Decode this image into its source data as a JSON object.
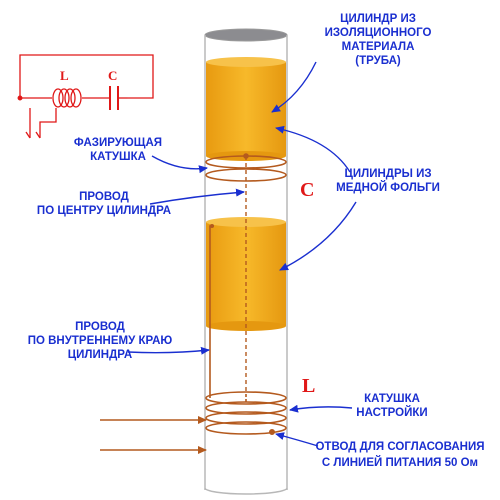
{
  "labels": {
    "insulating_cylinder": [
      "ЦИЛИНДР ИЗ",
      "ИЗОЛЯЦИОННОГО",
      "МАТЕРИАЛА",
      "(ТРУБА)"
    ],
    "phasing_coil": [
      "ФАЗИРУЮЩАЯ",
      "КАТУШКА"
    ],
    "center_wire": [
      "ПРОВОД",
      "ПО ЦЕНТРУ ЦИЛИНДРА"
    ],
    "copper_cylinders": [
      "ЦИЛИНДРЫ  ИЗ",
      "МЕДНОЙ ФОЛЬГИ"
    ],
    "inner_edge_wire": [
      "ПРОВОД",
      "ПО ВНУТРЕННЕМУ КРАЮ",
      "ЦИЛИНДРА"
    ],
    "tuning_coil": [
      "КАТУШКА",
      "НАСТРОЙКИ"
    ],
    "feed_tap": [
      "ОТВОД ДЛЯ СОГЛАСОВАНИЯ",
      "С ЛИНИЕЙ ПИТАНИЯ 50 Ом"
    ]
  },
  "symbols": {
    "capacitor_C": "C",
    "inductor_L": "L",
    "schematic_L": "L",
    "schematic_C": "C"
  },
  "colors": {
    "label_blue": "#1a2fd0",
    "symbol_red": "#e01818",
    "copper_foil": "#f2ad1c",
    "wire_brown": "#b45a1e",
    "tube_outline": "#b8b8b8",
    "tube_top": "#8c8c90"
  }
}
